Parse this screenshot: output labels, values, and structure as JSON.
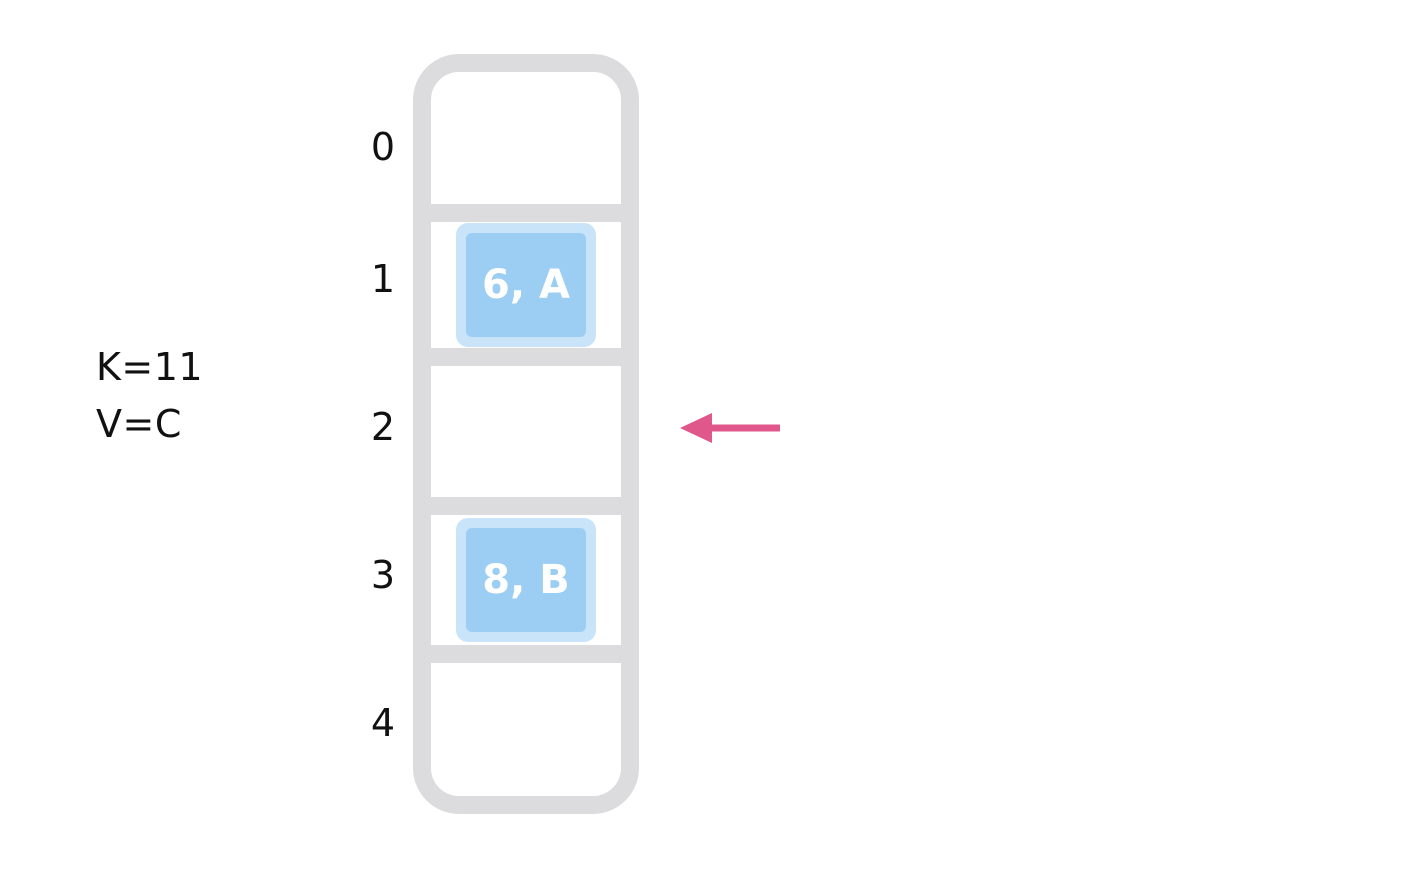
{
  "operation": {
    "key_label": "K=11",
    "value_label": "V=C"
  },
  "table": {
    "indices": [
      "0",
      "1",
      "2",
      "3",
      "4"
    ],
    "entries": [
      {
        "index": "1",
        "text": "6, A"
      },
      {
        "index": "3",
        "text": "8, B"
      }
    ],
    "pointer_index": "2"
  },
  "colors": {
    "slot_border": "#dcdcdf",
    "entry_outer": "#c9e3f9",
    "entry_inner": "#9ccdf2",
    "pointer_arrow": "#e0578b"
  }
}
